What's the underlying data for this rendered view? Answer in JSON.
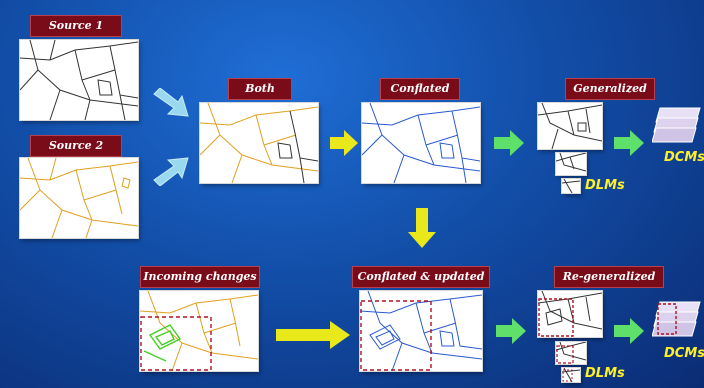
{
  "labels": {
    "source1": "Source 1",
    "source2": "Source 2",
    "both": "Both",
    "conflated": "Conflated",
    "generalized": "Generalized",
    "incoming": "Incoming changes",
    "conflated_updated": "Conflated & updated",
    "regeneralized": "Re-generalized"
  },
  "outputs": {
    "dcms": "DCMs",
    "dlms": "DLMs",
    "dcms2": "DCMs",
    "dlms2": "DLMs"
  },
  "colors": {
    "label_bg": "#7a0c1a",
    "output_text": "#fff028",
    "arrow_green": "#5fe06a",
    "arrow_yellow": "#e8e81a",
    "arrow_blue": "#9ad8f0",
    "line_dark": "#333333",
    "line_orange": "#e0a020",
    "line_blue": "#2a5ad0",
    "change_green": "#40d020",
    "dashed_red": "#b01020"
  }
}
